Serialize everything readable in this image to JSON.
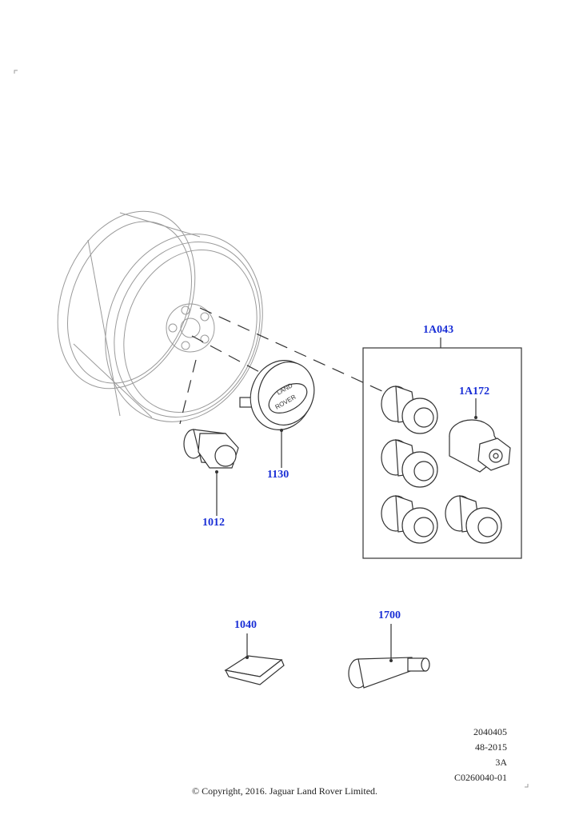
{
  "callouts": {
    "kit": "1A043",
    "lock_key": "1A172",
    "center_cap": "1130",
    "wheel_nut": "1012",
    "balance_weight": "1040",
    "valve": "1700"
  },
  "logo": {
    "line1": "LAND",
    "line2": "ROVER"
  },
  "meta": {
    "line1": "2040405",
    "line2": "48-2015",
    "line3": "3A",
    "line4": "C0260040-01"
  },
  "copyright": "© Copyright, 2016. Jaguar Land Rover Limited.",
  "colors": {
    "callout": "#1a2fd6",
    "line": "#333333",
    "wheel": "#9a9a9a"
  }
}
